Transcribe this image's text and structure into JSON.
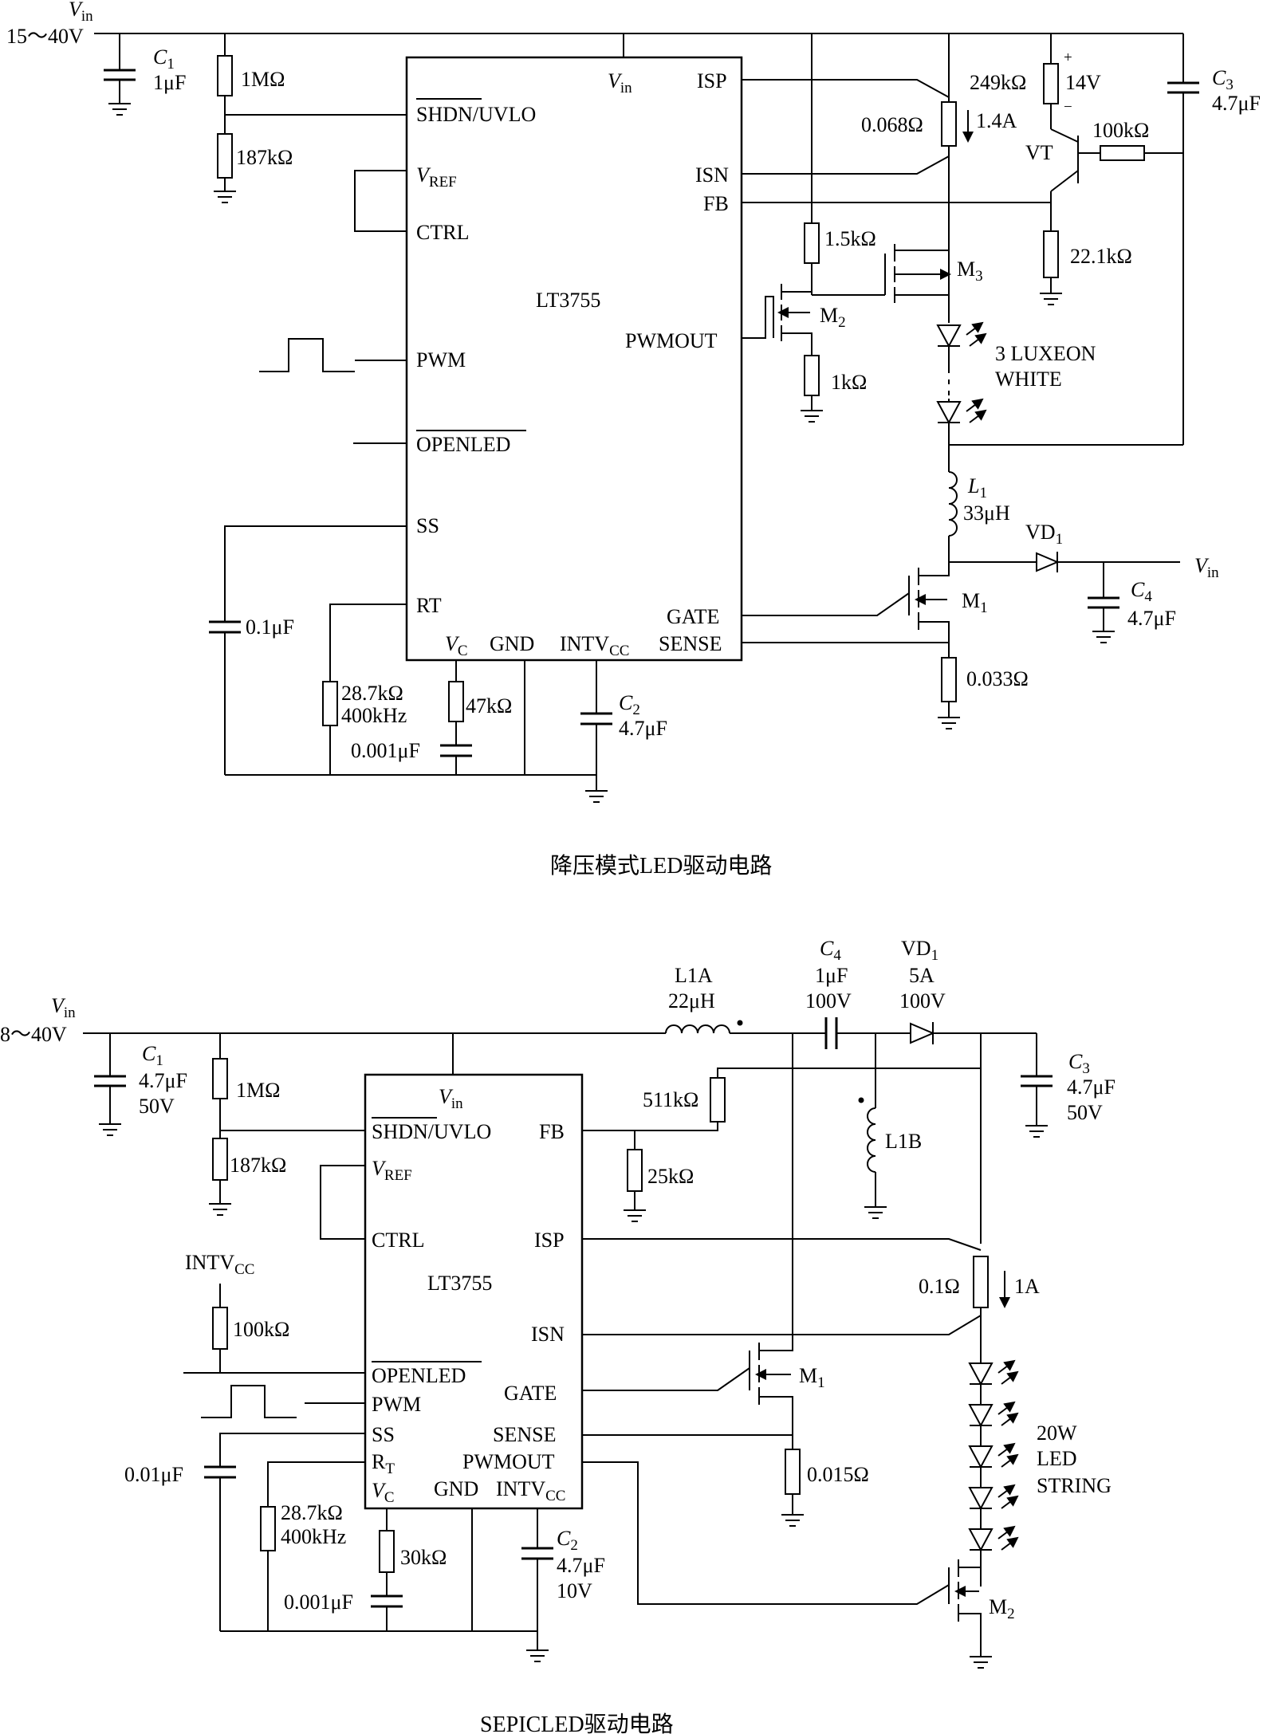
{
  "top": {
    "caption": "降压模式LED驱动电路",
    "vin_label": "V",
    "vin_sub": "in",
    "vin_range": "15～40V",
    "c1_name": "C",
    "c1_sub": "1",
    "c1_value": "1μF",
    "r_1m": "1MΩ",
    "r_187k": "187kΩ",
    "ic_name": "LT3755",
    "pin_vin": "V",
    "pin_vin_sub": "in",
    "pin_shdn": "SHDN/UVLO",
    "pin_vref": "V",
    "pin_vref_sub": "REF",
    "pin_ctrl": "CTRL",
    "pin_pwm": "PWM",
    "pin_openled": "OPENLED",
    "pin_ss": "SS",
    "pin_rt": "RT",
    "pin_vc": "V",
    "pin_vc_sub": "C",
    "pin_gnd": "GND",
    "pin_intvcc": "INTV",
    "pin_intvcc_sub": "CC",
    "pin_isp": "ISP",
    "pin_isn": "ISN",
    "pin_fb": "FB",
    "pin_pwmout": "PWMOUT",
    "pin_gate": "GATE",
    "pin_sense": "SENSE",
    "c_ss": "0.1μF",
    "r_rt": "28.7kΩ",
    "f_rt": "400kHz",
    "r_47k": "47kΩ",
    "c_001": "0.001μF",
    "c2_name": "C",
    "c2_sub": "2",
    "c2_value": "4.7μF",
    "r_sense_led": "0.068Ω",
    "i_led": "1.4A",
    "r_249k": "249kΩ",
    "z_14v": "14V",
    "plus": "+",
    "minus": "−",
    "vt": "VT",
    "r_100k": "100kΩ",
    "c3_name": "C",
    "c3_sub": "3",
    "c3_value": "4.7μF",
    "r_221k": "22.1kΩ",
    "r_15k": "1.5kΩ",
    "m3_name": "M",
    "m3_sub": "3",
    "m2_name": "M",
    "m2_sub": "2",
    "r_1k": "1kΩ",
    "led_line1": "3 LUXEON",
    "led_line2": "WHITE",
    "l1_name": "L",
    "l1_sub": "1",
    "l1_value": "33μH",
    "vd1_name": "VD",
    "vd1_sub": "1",
    "vout_label": "V",
    "vout_sub": "in",
    "c4_name": "C",
    "c4_sub": "4",
    "c4_value": "4.7μF",
    "m1_name": "M",
    "m1_sub": "1",
    "r_0033": "0.033Ω"
  },
  "bottom": {
    "caption": "SEPICLED驱动电路",
    "vin_label": "V",
    "vin_sub": "in",
    "vin_range": "8～40V",
    "c1_name": "C",
    "c1_sub": "1",
    "c1_value": "4.7μF",
    "c1_volt": "50V",
    "r_1m": "1MΩ",
    "r_187k": "187kΩ",
    "intvcc_label": "INTV",
    "intvcc_sub": "CC",
    "r_100k": "100kΩ",
    "c_ss": "0.01μF",
    "r_rt": "28.7kΩ",
    "f_rt": "400kHz",
    "r_30k": "30kΩ",
    "c_001": "0.001μF",
    "c2_name": "C",
    "c2_sub": "2",
    "c2_value": "4.7μF",
    "c2_volt": "10V",
    "ic_name": "LT3755",
    "pin_vin": "V",
    "pin_vin_sub": "in",
    "pin_shdn": "SHDN/UVLO",
    "pin_vref": "V",
    "pin_vref_sub": "REF",
    "pin_ctrl": "CTRL",
    "pin_openled": "OPENLED",
    "pin_pwm": "PWM",
    "pin_ss": "SS",
    "pin_rt": "R",
    "pin_rt_sub": "T",
    "pin_vc": "V",
    "pin_vc_sub": "C",
    "pin_gnd": "GND",
    "pin_intvcc": "INTV",
    "pin_intvcc_sub": "CC",
    "pin_fb": "FB",
    "pin_isp": "ISP",
    "pin_isn": "ISN",
    "pin_gate": "GATE",
    "pin_sense": "SENSE",
    "pin_pwmout": "PWMOUT",
    "l1a_name": "L1A",
    "l1a_value": "22μH",
    "c4_name": "C",
    "c4_sub": "4",
    "c4_value": "1μF",
    "c4_volt": "100V",
    "vd1_name": "VD",
    "vd1_sub": "1",
    "vd1_amp": "5A",
    "vd1_volt": "100V",
    "c3_name": "C",
    "c3_sub": "3",
    "c3_value": "4.7μF",
    "c3_volt": "50V",
    "r_511k": "511kΩ",
    "r_25k": "25kΩ",
    "l1b_name": "L1B",
    "r_01": "0.1Ω",
    "i_led": "1A",
    "m1_name": "M",
    "m1_sub": "1",
    "r_0015": "0.015Ω",
    "led_line1": "20W",
    "led_line2": "LED",
    "led_line3": "STRING",
    "m2_name": "M",
    "m2_sub": "2"
  }
}
